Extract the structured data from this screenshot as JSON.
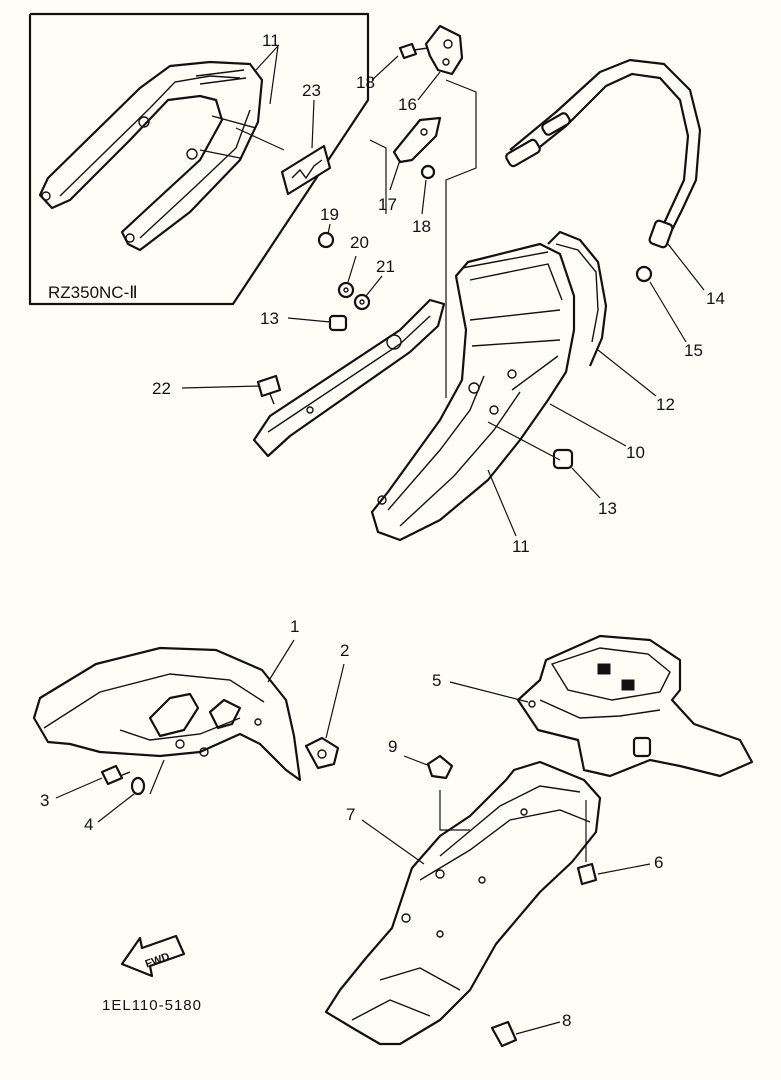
{
  "inset": {
    "title": "RZ350NC-Ⅱ"
  },
  "fwd_label": "FWD",
  "drawing_number": "1EL110-5180",
  "callouts": {
    "c1": "1",
    "c2": "2",
    "c3": "3",
    "c4": "4",
    "c5": "5",
    "c6": "6",
    "c7": "7",
    "c8": "8",
    "c9": "9",
    "c10": "10",
    "c11a": "11",
    "c11b": "11",
    "c12": "12",
    "c13a": "13",
    "c13b": "13",
    "c14": "14",
    "c15": "15",
    "c16": "16",
    "c17": "17",
    "c18a": "18",
    "c18b": "18",
    "c19": "19",
    "c20": "20",
    "c21": "21",
    "c22": "22",
    "c23": "23"
  }
}
